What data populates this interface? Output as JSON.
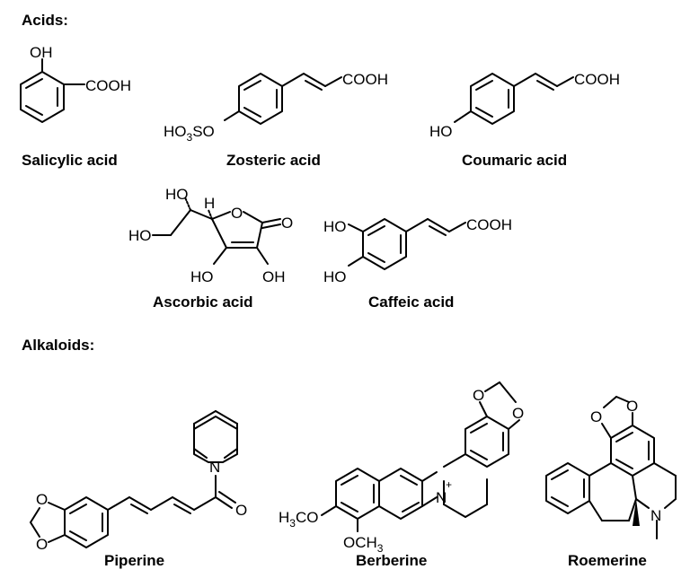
{
  "sections": {
    "acids": "Acids:",
    "alkaloids": "Alkaloids:"
  },
  "names": {
    "salicylic": "Salicylic acid",
    "zosteric": "Zosteric acid",
    "coumaric": "Coumaric acid",
    "ascorbic": "Ascorbic acid",
    "caffeic": "Caffeic acid",
    "piperine": "Piperine",
    "berberine": "Berberine",
    "roemerine": "Roemerine"
  },
  "labels": {
    "oh": "OH",
    "ho": "HO",
    "cooh": "COOH",
    "ho3so_a": "HO",
    "ho3so_sub": "3",
    "ho3so_b": "SO",
    "o": "O",
    "h": "H",
    "n": "N",
    "n_plus": "+",
    "h3co_a": "H",
    "h3co_sub": "3",
    "h3co_b": "CO",
    "och3_a": "OCH",
    "och3_sub": "3"
  }
}
